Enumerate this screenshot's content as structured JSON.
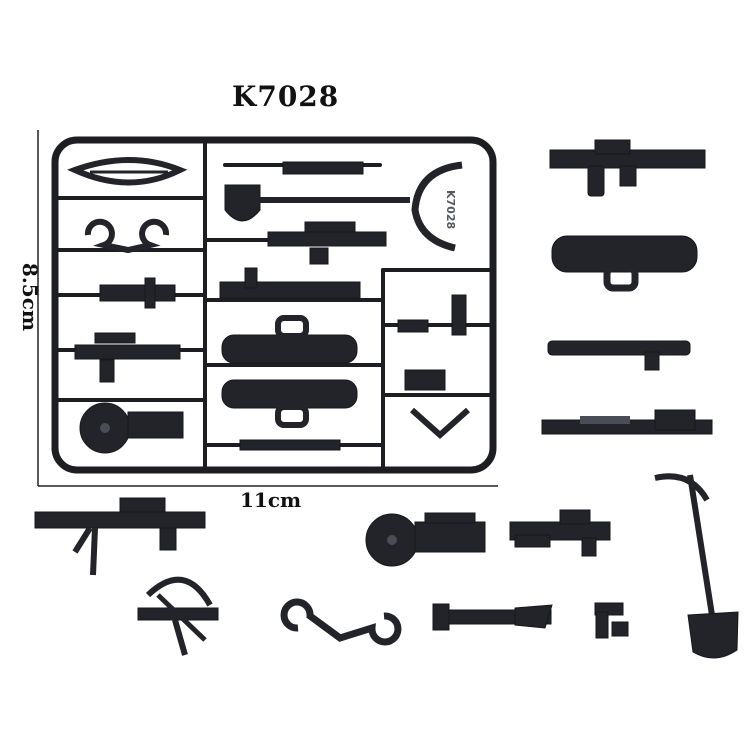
{
  "product_code": "K7028",
  "dimensions": {
    "width": "11cm",
    "height": "8.5cm"
  },
  "sprue_mark": "K7028",
  "colors": {
    "background": "#ffffff",
    "plastic": "#222429",
    "text": "#111111"
  }
}
